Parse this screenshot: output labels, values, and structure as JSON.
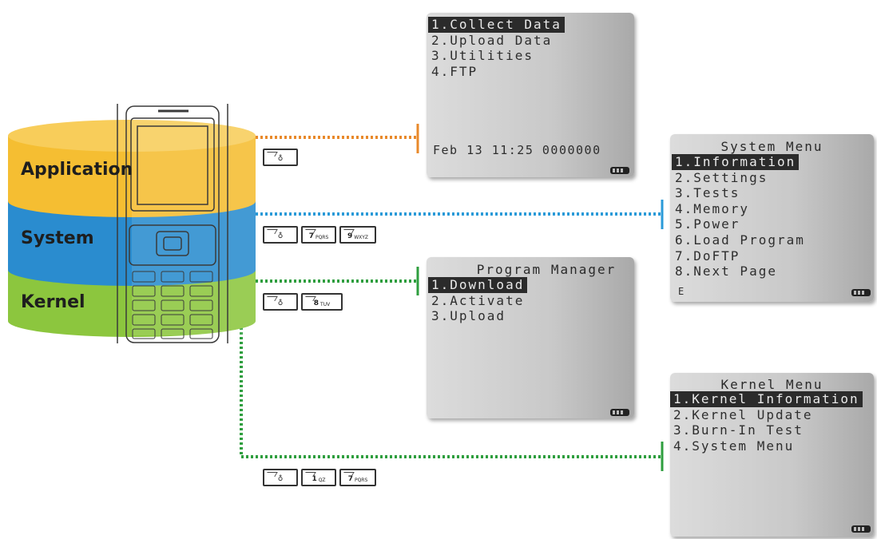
{
  "layers": [
    {
      "label": "Application",
      "color": "#f5be32"
    },
    {
      "label": "System",
      "color": "#2a8ccf"
    },
    {
      "label": "Kernel",
      "color": "#8cc63e"
    }
  ],
  "screens": {
    "application": {
      "items": [
        "1.Collect Data",
        "2.Upload Data",
        "3.Utilities",
        "4.FTP"
      ],
      "selected": 0,
      "footer": "Feb 13 11:25 0000000"
    },
    "system": {
      "title": "System Menu",
      "items": [
        "1.Information",
        "2.Settings",
        "3.Tests",
        "4.Memory",
        "5.Power",
        "6.Load Program",
        "7.DoFTP",
        "8.Next Page"
      ],
      "selected": 0,
      "footer": "E"
    },
    "program_manager": {
      "title": "Program Manager",
      "items": [
        "1.Download",
        "2.Activate",
        "3.Upload"
      ],
      "selected": 0
    },
    "kernel": {
      "title": "Kernel Menu",
      "items": [
        "1.Kernel Information",
        "2.Kernel Update",
        "3.Burn-In Test",
        "4.System Menu"
      ],
      "selected": 0
    }
  },
  "key_combos": {
    "application": [
      {
        "main": "♁",
        "sub": ""
      }
    ],
    "system": [
      {
        "main": "♁",
        "sub": ""
      },
      {
        "main": "7",
        "sub": "PQRS"
      },
      {
        "main": "9",
        "sub": "WXYZ"
      }
    ],
    "program_manager": [
      {
        "main": "♁",
        "sub": ""
      },
      {
        "main": "8",
        "sub": "TUV"
      }
    ],
    "kernel": [
      {
        "main": "♁",
        "sub": ""
      },
      {
        "main": "1",
        "sub": "QZ"
      },
      {
        "main": "7",
        "sub": "PQRS"
      }
    ]
  },
  "connector_colors": {
    "application": "#e8892a",
    "system": "#2a9ad8",
    "kernel": "#2e9e3e"
  }
}
